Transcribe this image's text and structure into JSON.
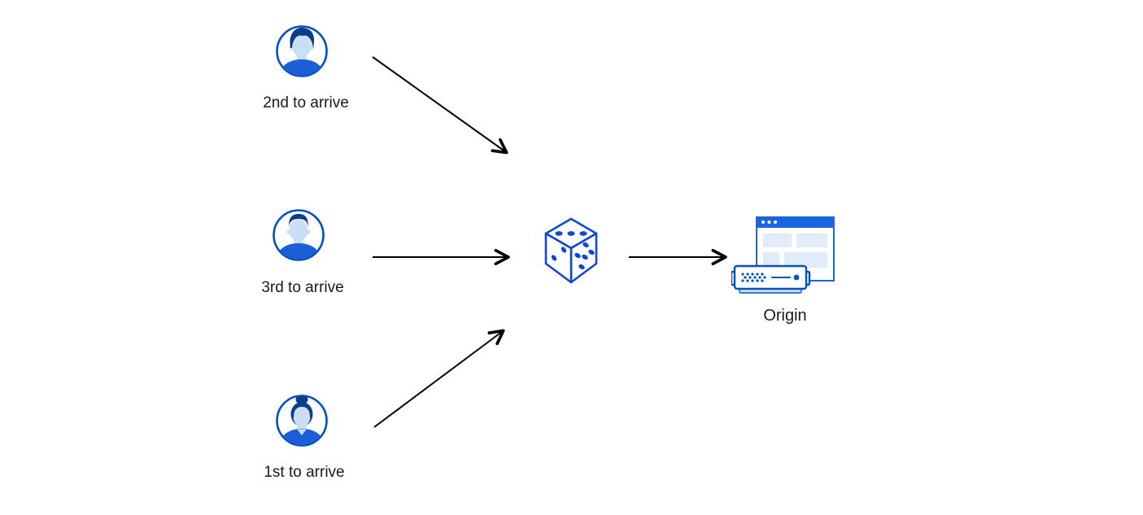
{
  "diagram": {
    "type": "flow-diagram",
    "description_visible_text_only": true,
    "nodes": {
      "user_top": {
        "label": "2nd to arrive",
        "icon": "person-male-avatar-icon"
      },
      "user_middle": {
        "label": "3rd to arrive",
        "icon": "person-male-short-hair-avatar-icon"
      },
      "user_bottom": {
        "label": "1st to arrive",
        "icon": "person-female-avatar-icon"
      },
      "randomizer": {
        "icon": "dice-icon"
      },
      "origin": {
        "label": "Origin",
        "icon": "origin-server-browser-icon"
      }
    },
    "edges": [
      {
        "from": "user_top",
        "to": "randomizer"
      },
      {
        "from": "user_middle",
        "to": "randomizer"
      },
      {
        "from": "user_bottom",
        "to": "randomizer"
      },
      {
        "from": "randomizer",
        "to": "origin"
      }
    ],
    "colors": {
      "outline_blue": "#0051c3",
      "dice_blue": "#1148d2",
      "window_blue": "#1a66e0",
      "dark_blue": "#0c3d8c",
      "shirt_blue": "#1a5ed8",
      "face_blue": "#c8dff4",
      "block_blue": "#e0ecf8",
      "shadow_blue": "#cfe3f8",
      "arrow_black": "#000000",
      "label_text": "#1a1a1a",
      "background": "#ffffff"
    }
  }
}
